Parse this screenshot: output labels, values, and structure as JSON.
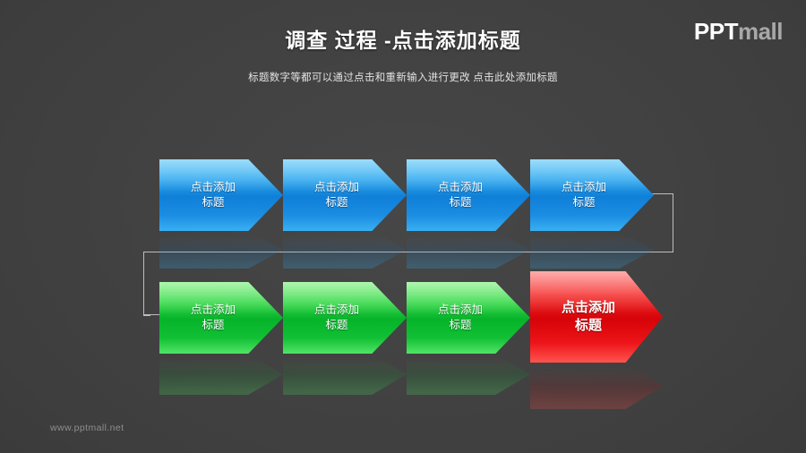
{
  "header": {
    "title": "调查 过程 -点击添加标题",
    "subtitle": "标题数字等都可以通过点击和重新输入进行更改 点击此处添加标题"
  },
  "brand": {
    "logo_primary": "PPT",
    "logo_secondary": "mall",
    "footer_url": "www.pptmall.net"
  },
  "colors": {
    "background": "#3b3b3b",
    "blue": "#1b8de2",
    "green": "#06b32a",
    "red": "#d60308",
    "connector": "#bdbdbd",
    "title_text": "#ffffff",
    "subtitle_text": "#e2e2e2"
  },
  "diagram": {
    "row_top": [
      {
        "label": "点击添加\n标题",
        "color": "blue"
      },
      {
        "label": "点击添加\n标题",
        "color": "blue"
      },
      {
        "label": "点击添加\n标题",
        "color": "blue"
      },
      {
        "label": "点击添加\n标题",
        "color": "blue"
      }
    ],
    "row_bottom": [
      {
        "label": "点击添加\n标题",
        "color": "green"
      },
      {
        "label": "点击添加\n标题",
        "color": "green"
      },
      {
        "label": "点击添加\n标题",
        "color": "green"
      },
      {
        "label": "点击添加\n标题",
        "color": "red"
      }
    ]
  }
}
